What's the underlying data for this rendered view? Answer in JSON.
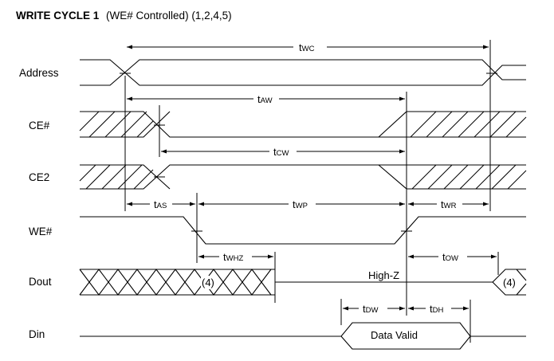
{
  "title": {
    "bold": "WRITE CYCLE 1",
    "rest": "(WE# Controlled) (1,2,4,5)"
  },
  "signals": [
    "Address",
    "CE#",
    "CE2",
    "WE#",
    "Dout",
    "Din"
  ],
  "timings": {
    "twc": {
      "main": "t",
      "sub": "WC"
    },
    "taw": {
      "main": "t",
      "sub": "AW"
    },
    "tcw": {
      "main": "t",
      "sub": "CW"
    },
    "tas": {
      "main": "t",
      "sub": "AS"
    },
    "twp": {
      "main": "t",
      "sub": "WP"
    },
    "twr": {
      "main": "t",
      "sub": "WR"
    },
    "twhz": {
      "main": "t",
      "sub": "WHZ"
    },
    "tow": {
      "main": "t",
      "sub": "OW"
    },
    "tdw": {
      "main": "t",
      "sub": "DW"
    },
    "tdh": {
      "main": "t",
      "sub": "DH"
    }
  },
  "labels": {
    "high_z": "High-Z",
    "data_valid": "Data Valid",
    "note_left": "(4)",
    "note_right": "(4)"
  }
}
